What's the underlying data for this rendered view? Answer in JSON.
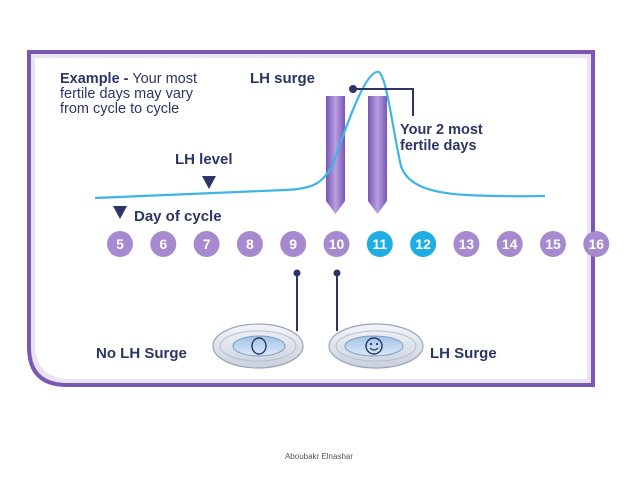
{
  "example": {
    "bold": "Example -",
    "line1_rest": " Your most",
    "line2": "fertile days may vary",
    "line3": "from cycle to cycle"
  },
  "lh_surge_label": "LH surge",
  "fertile_label": {
    "line1": "Your 2 most",
    "line2": "fertile days"
  },
  "lh_level_label": "LH level",
  "day_of_cycle_label": "Day of cycle",
  "days": [
    "5",
    "6",
    "7",
    "8",
    "9",
    "10",
    "11",
    "12",
    "13",
    "14",
    "15",
    "16"
  ],
  "highlighted_days": [
    "11",
    "12"
  ],
  "tests": {
    "negative_label": "No LH Surge",
    "positive_label": "LH Surge",
    "negative_symbol": "O",
    "positive_symbol": "smiley-face"
  },
  "footer": "Aboubakr Elnashar",
  "colors": {
    "frame_purple": "#7c58b5",
    "frame_inner": "#e9e3f2",
    "navy_text": "#2c3566",
    "day_lilac": "#a689cf",
    "day_highlight": "#1eaee3",
    "bar_purple": "#8e6bc2",
    "lh_curve": "#3db5e8",
    "test_stick": "#d8dde7"
  }
}
